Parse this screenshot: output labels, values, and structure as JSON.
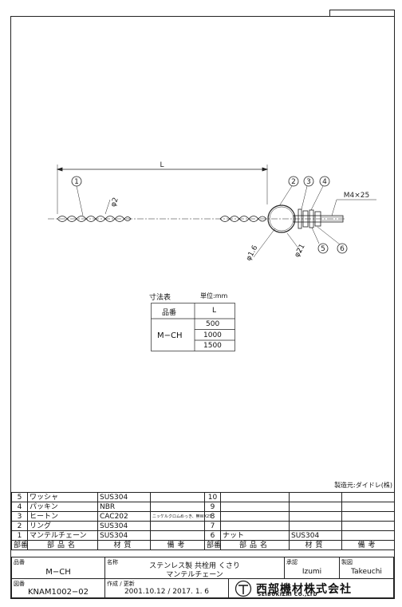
{
  "drawing": {
    "dim_L": "L",
    "dim_phi2": "φ2",
    "dim_phi1_6": "φ1.6",
    "dim_phi21": "φ21",
    "thread": "M4×25",
    "balloons": [
      "1",
      "2",
      "3",
      "4",
      "5",
      "6"
    ]
  },
  "dim_table": {
    "title": "寸法表",
    "unit": "単位:mm",
    "head_part": "品番",
    "head_L": "L",
    "part": "M−CH",
    "lengths": [
      "500",
      "1000",
      "1500"
    ]
  },
  "maker_note": "製造元:ダイドレ(株)",
  "bom": {
    "rows": [
      {
        "no": "5",
        "name": "ワッシャ",
        "material": "SUS304",
        "note": "",
        "no2": "10",
        "name2": "",
        "material2": "",
        "note2": ""
      },
      {
        "no": "4",
        "name": "パッキン",
        "material": "NBR",
        "note": "",
        "no2": "9",
        "name2": "",
        "material2": "",
        "note2": ""
      },
      {
        "no": "3",
        "name": "ヒートン",
        "material": "CAC202",
        "note": "ニッケルクロムめっき、無WX25",
        "no2": "8",
        "name2": "",
        "material2": "",
        "note2": ""
      },
      {
        "no": "2",
        "name": "リング",
        "material": "SUS304",
        "note": "",
        "no2": "7",
        "name2": "",
        "material2": "",
        "note2": ""
      },
      {
        "no": "1",
        "name": "マンテルチェーン",
        "material": "SUS304",
        "note": "",
        "no2": "6",
        "name2": "ナット",
        "material2": "SUS304",
        "note2": ""
      }
    ],
    "header": {
      "no": "部番",
      "name": "部品名",
      "material": "材質",
      "note": "備考"
    }
  },
  "title_block": {
    "part_label": "品番",
    "part_value": "M−CH",
    "name_label": "名称",
    "name_line1": "ステンレス製 共栓用 くさり",
    "name_line2": "マンテルチェーン",
    "approve_label": "承認",
    "approve_value": "Izumi",
    "drawn_label": "製図",
    "drawn_value": "Takeuchi",
    "dwg_label": "図番",
    "dwg_value": "KNAM1002−02",
    "date_label": "作成 / 更新",
    "date_value": "2001.10.12 / 2017. 1. 6",
    "company_jp": "西部機材株式会社",
    "company_en": "SEIBUKIZAI CO.,LTD"
  }
}
